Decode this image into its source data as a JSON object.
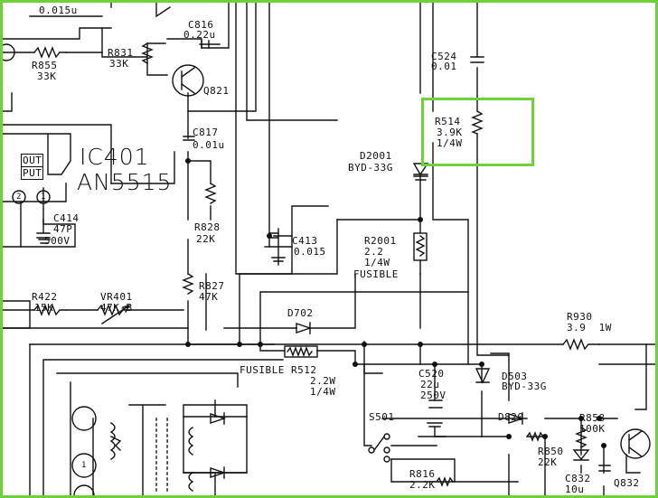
{
  "labels": {
    "top_value": "0.015u",
    "c816": "C816",
    "c816_val": "0.22u",
    "r831": "R831",
    "r831_val": "33K",
    "r855": "R855",
    "r855_val": "33K",
    "q821": "Q821",
    "c524": "C524",
    "c524_val": "0.01",
    "r514": "R514",
    "r514_val": "3.9K",
    "r514_pw": "1/4W",
    "c817": "C817",
    "c817_val": "0.01u",
    "ic401": "IC401",
    "ic401_part": "AN5515",
    "out": "OUT",
    "put": "PUT",
    "pin2": "2",
    "pin1": "1",
    "d2001": "D2001",
    "d2001_val": "BYD-33G",
    "c414": "C414",
    "c414_val": "47P",
    "c414_v": "500V",
    "r828": "R828",
    "r828_val": "22K",
    "c413": "C413",
    "c413_val": "0.015",
    "r2001": "R2001",
    "r2001_val": "2.2",
    "r2001_pw": "1/4W",
    "fusible1": "FUSIBLE",
    "r827": "R827",
    "r827_val": "47K",
    "r422": "R422",
    "r422_val": "15K",
    "vr401": "VR401",
    "vr401_val": "47K-B",
    "d702": "D702",
    "r930": "R930",
    "r930_val": "3.9  1W",
    "fusible_r512": "FUSIBLE R512",
    "r512_val": "2.2W",
    "r512_pw": "1/4W",
    "c520": "C520",
    "c520_val": "22u",
    "c520_v": "250V",
    "d503": "D503",
    "d503_val": "BYD-33G",
    "s501": "S501",
    "d820": "D820",
    "r858": "R858",
    "r858_val": "100K",
    "r850": "R850",
    "r850_val": "22K",
    "c832": "C832",
    "c832_val": "10u",
    "q832": "Q832",
    "r816": "R816",
    "r816_val": "2.2K",
    "coil1": "1"
  },
  "highlight_color": "#6fd13a"
}
